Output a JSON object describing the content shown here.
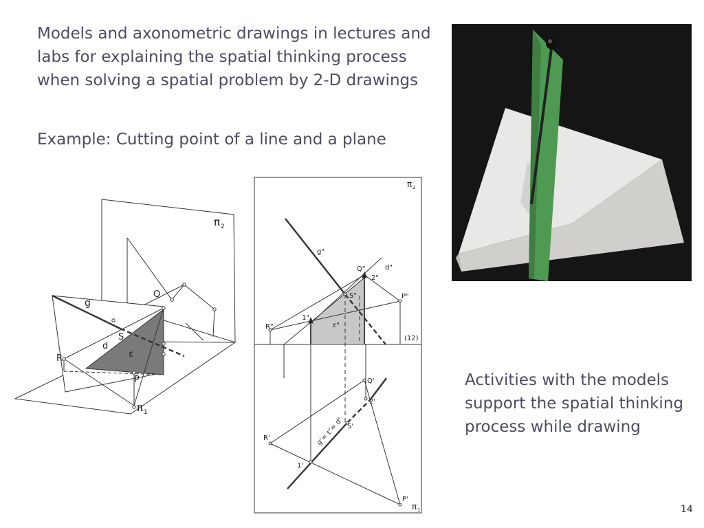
{
  "slide": {
    "intro": "Models and axonometric drawings in lectures and labs for explaining the spatial thinking process when solving a spatial problem by 2-D drawings",
    "example": "Example: Cutting point of a line and a plane",
    "activities": "Activities with the models support the spatial thinking process while drawing",
    "page_number": "14"
  },
  "axonometric": {
    "labels": {
      "pi2": "π",
      "pi2_sub": "2",
      "pi1": "π",
      "pi1_sub": "1",
      "g": "g",
      "q": "Q",
      "s": "S",
      "d": "d",
      "r": "R",
      "eps": "ε",
      "p": "P"
    }
  },
  "projection": {
    "labels": {
      "pi2": "π",
      "pi2_sub": "2",
      "pi1": "π",
      "pi1_sub": "1",
      "g2": "g\"",
      "q2": "Q\"",
      "d2": "d\"",
      "two2": "2\"",
      "s2": "S\"",
      "p2": "P\"",
      "r2": "R\"",
      "one2": "1\"",
      "eps2": "ε\"",
      "axis": "(12)",
      "q1": "Q'",
      "two1": "2'",
      "s1": "S'",
      "r1": "R'",
      "g1": "g'= ε'= d'",
      "one1": "1'",
      "p1": "P'"
    }
  },
  "colors": {
    "text": "#4a4d63",
    "shade_dark": "#7a7a7a",
    "shade_light": "#c8c8c8",
    "photo_bg": "#151515",
    "sheet_green": "#4f9a52",
    "wedge": "#e8e8e6"
  }
}
